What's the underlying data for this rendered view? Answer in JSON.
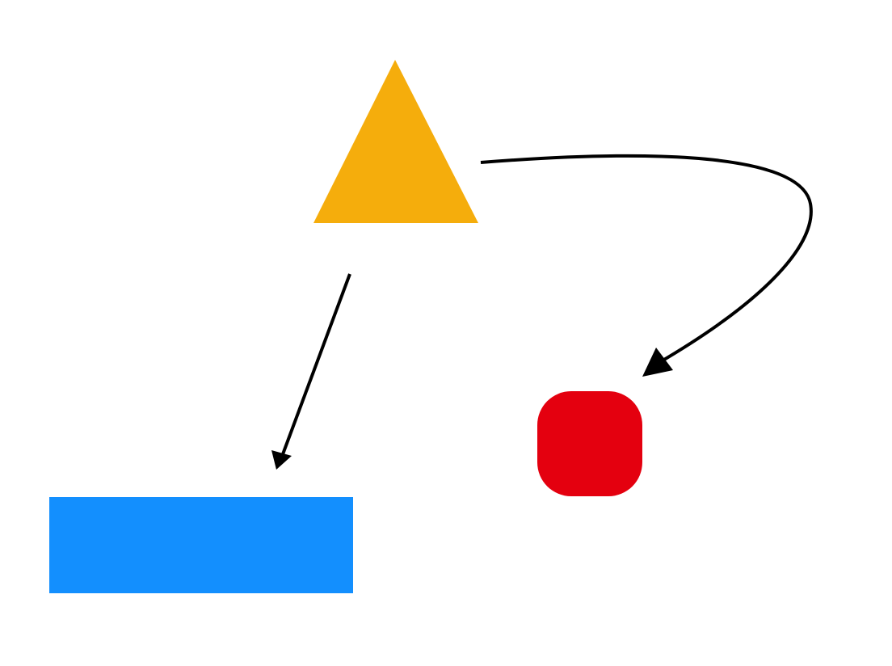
{
  "diagram": {
    "background": "#ffffff",
    "nodes": [
      {
        "id": "triangle",
        "shape": "triangle",
        "color": "#f5ad0c"
      },
      {
        "id": "rounded-square",
        "shape": "rounded-square",
        "color": "#e4000f"
      },
      {
        "id": "rectangle",
        "shape": "rectangle",
        "color": "#138ffe"
      }
    ],
    "edges": [
      {
        "from": "triangle",
        "to": "rectangle",
        "style": "straight",
        "color": "#000000"
      },
      {
        "from": "triangle",
        "to": "rounded-square",
        "style": "curved",
        "color": "#000000"
      }
    ]
  }
}
